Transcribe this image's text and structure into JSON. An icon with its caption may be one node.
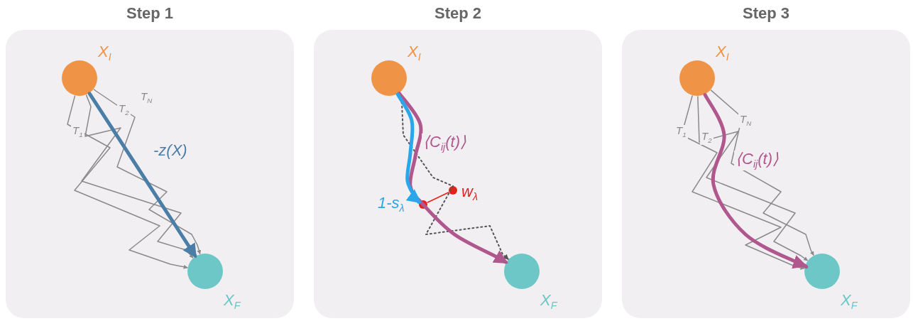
{
  "diagram": {
    "nodes": [
      {
        "text": [
          "Step 1"
        ]
      },
      {
        "text": [],
        "shape": "circle",
        "in": 0,
        "beside": [
          "X$_{I}$"
        ]
      },
      {
        "text": [],
        "shape": "circle",
        "in": 0,
        "beside": [
          "X$_{F}$"
        ]
      },
      {
        "text": [
          "Step 2"
        ]
      },
      {
        "text": [],
        "shape": "circle",
        "in": 3,
        "beside": [
          "X$_{I}$"
        ]
      },
      {
        "text": [],
        "shape": "circle",
        "in": 3,
        "beside": [
          "X$_{F}$"
        ]
      },
      {
        "text": [],
        "shape": "circle",
        "in": 3
      },
      {
        "text": [],
        "shape": "circle",
        "in": 3
      },
      {
        "text": [
          "Step 3"
        ]
      },
      {
        "text": [],
        "shape": "circle",
        "in": 8,
        "beside": [
          "X$_{I}$"
        ]
      },
      {
        "text": [],
        "shape": "circle",
        "in": 8,
        "beside": [
          "X$_{F}$"
        ]
      }
    ],
    "edges": [
      {
        "from": 1,
        "to": 2,
        "arrow": "to",
        "label": "T$_{1}$"
      },
      {
        "from": 1,
        "to": 2,
        "arrow": "to",
        "label": "T$_{2}$"
      },
      {
        "from": 1,
        "to": 2,
        "arrow": "to",
        "label": "T$_{N}$"
      },
      {
        "from": 1,
        "to": 2,
        "arrow": "to",
        "label": "-z(X)",
        "style": "thick",
        "color": "#4a7ea6"
      },
      {
        "from": 4,
        "to": 5,
        "arrow": "to",
        "style": "dashed",
        "color": "#555555"
      },
      {
        "from": 4,
        "to": 5,
        "arrow": "to",
        "label": "⟨C$_{ij}$(t)⟩",
        "style": "thick",
        "color": "#b0588e"
      },
      {
        "from": 4,
        "to": 6,
        "arrow": "to",
        "label": "1-s$_{λ}$",
        "style": "thick",
        "color": "#2aa6ea"
      },
      {
        "from": 6,
        "to": 7,
        "arrow": "none",
        "label": "w$_{λ}$",
        "color": "#e3231b"
      },
      {
        "from": 9,
        "to": 10,
        "arrow": "to",
        "label": "T$_{1}$"
      },
      {
        "from": 9,
        "to": 10,
        "arrow": "to",
        "label": "T$_{2}$"
      },
      {
        "from": 9,
        "to": 10,
        "arrow": "to",
        "label": "T$_{N}$"
      },
      {
        "from": 9,
        "to": 10,
        "arrow": "to",
        "label": "⟨C$_{ij}$(t)⟩",
        "style": "thick",
        "color": "#b0588e"
      }
    ]
  }
}
